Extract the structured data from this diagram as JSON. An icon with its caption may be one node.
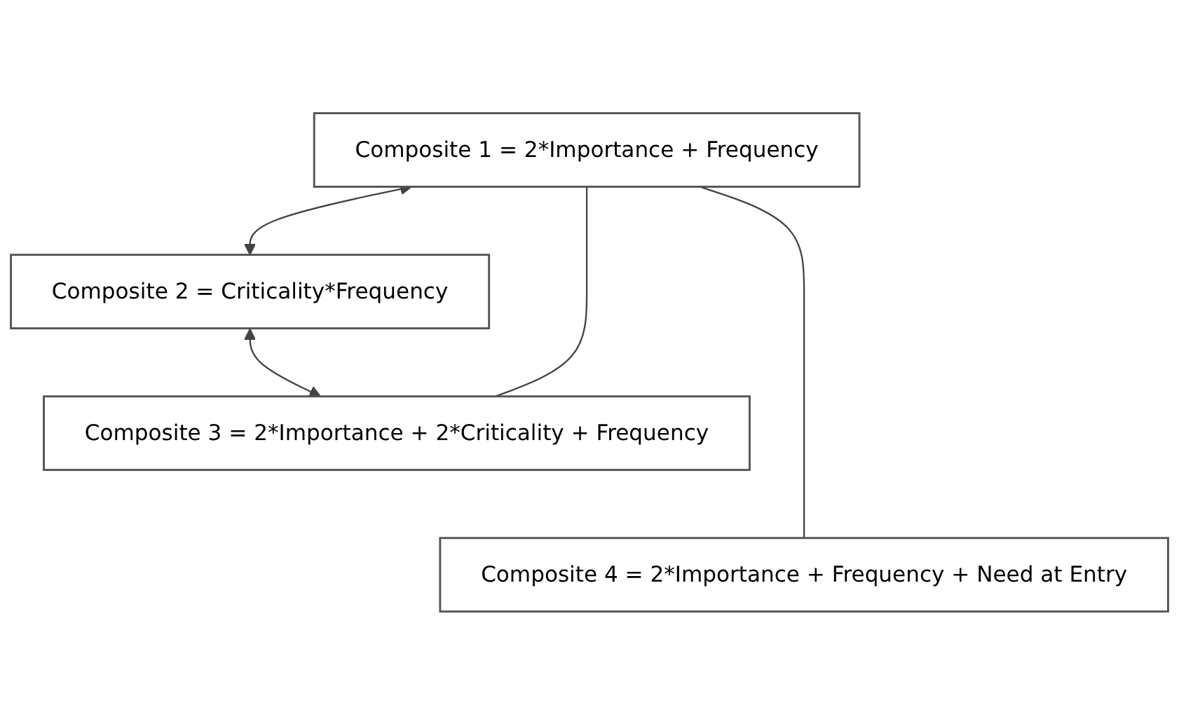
{
  "diagram": {
    "nodes": [
      {
        "text": [
          "Composite 1 = 2*Importance + Frequency"
        ]
      },
      {
        "text": [
          "Composite 2 = Criticality*Frequency"
        ]
      },
      {
        "text": [
          "Composite 3 = 2*Importance + 2*Criticality + Frequency"
        ]
      },
      {
        "text": [
          "Composite 4 = 2*Importance + Frequency + Need at Entry"
        ]
      }
    ],
    "edges": [
      {
        "from": 0,
        "to": 1,
        "arrow": "both"
      },
      {
        "from": 1,
        "to": 2,
        "arrow": "both"
      },
      {
        "from": 0,
        "to": 2,
        "arrow": "none"
      },
      {
        "from": 0,
        "to": 3,
        "arrow": "none"
      }
    ]
  }
}
